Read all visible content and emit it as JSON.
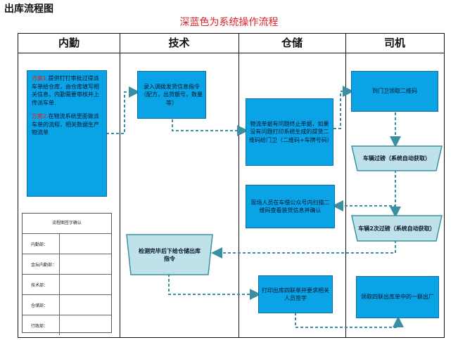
{
  "page_title": "出库流程图",
  "diagram_title": "深蓝色为系统操作流程",
  "lanes": [
    "内勤",
    "技术",
    "仓储",
    "司机"
  ],
  "boxes": {
    "neiqin": {
      "plan1_label": "方案1.",
      "plan1_text": "提供钉钉审批过得派车单给仓库，由仓库填写相关信息，内勤需要审核并上传派车单.",
      "plan2_label": "方案2.",
      "plan2_text": "在物流系统里面做派车单的流程，相关数据生产物流单"
    },
    "tech_entry": "录入调拨发货信息指令（配方，出货额号，数量等）",
    "warehouse_logistics": "物流单据有问题终止单据，如果没有问题打印系统生成的提货二维码给门卫（二维码+车牌号码）",
    "driver_qr": "到门卫领取二维码",
    "weigh_first": "车辆过磅（系统自动获取）",
    "onsite_scan": "现场人员在车偿公众号内扫描二维码查看装货信息并确认",
    "weigh_second": "车辆2次过磅（系统自动获取）",
    "inspect": "检测完毕后下给仓储出库指令",
    "print_sign": "打印出库四联单并要求相关人员签字",
    "receive_slip": "领取四联出库单中的一联出厂"
  },
  "sign_table": {
    "title": "流程图签字确认",
    "rows": [
      "内勤部：",
      "金坛内勤部：",
      "技术部：",
      "仓储部：",
      "行政部："
    ]
  },
  "colors": {
    "process_fill": "#0aa3e6",
    "accent_red": "#e61e1e",
    "connector": "#3a8fa3"
  }
}
